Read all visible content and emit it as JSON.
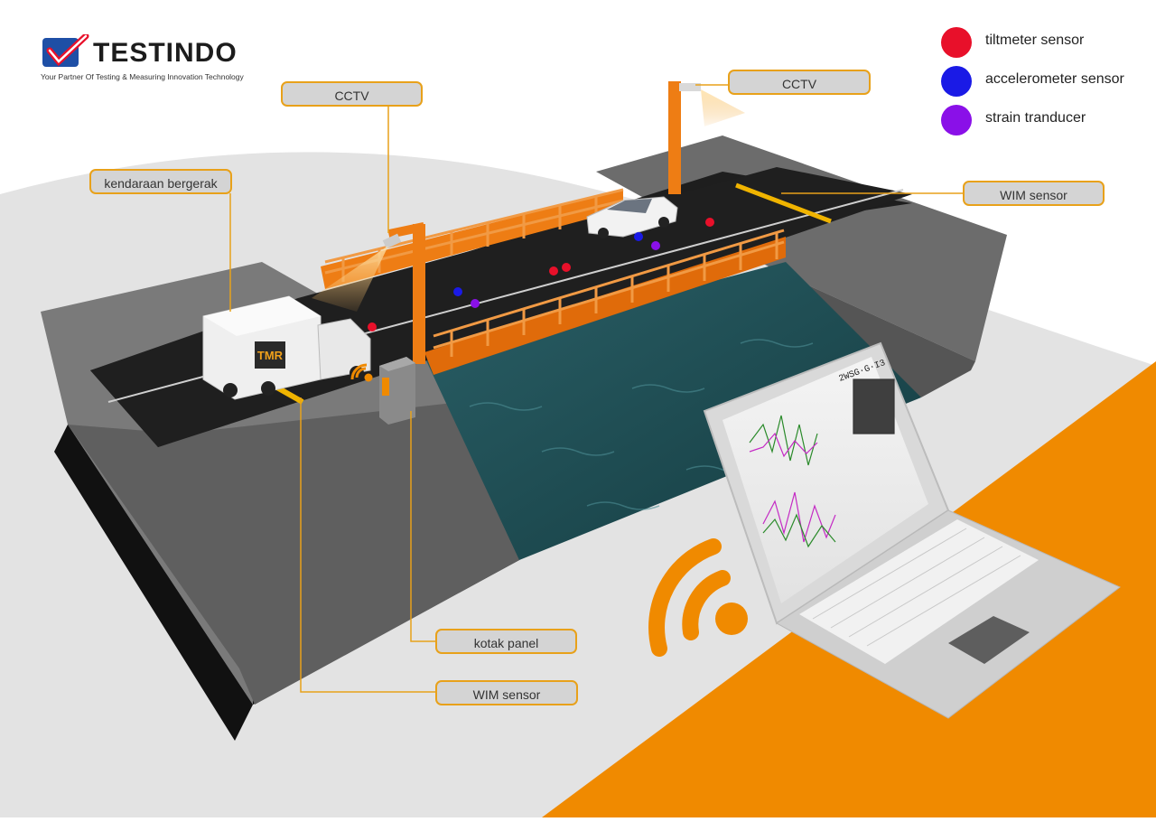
{
  "brand": {
    "name": "TESTINDO",
    "tagline": "Your Partner Of Testing & Measuring Innovation Technology"
  },
  "legend": [
    {
      "label": "tiltmeter sensor",
      "color": "#e8102a"
    },
    {
      "label": "accelerometer sensor",
      "color": "#1a1ae6"
    },
    {
      "label": "strain tranducer",
      "color": "#8a10e8"
    }
  ],
  "callouts": {
    "cctv_left": "CCTV",
    "cctv_right": "CCTV",
    "moving_vehicle": "kendaraan bergerak",
    "wim_top": "WIM sensor",
    "control_panel": "kotak panel",
    "wim_bottom": "WIM sensor"
  },
  "truck_logo": "TMR",
  "laptop_screen_reading": "2WSG·G·I3",
  "colors": {
    "accent": "#e8a11a",
    "orange_bg": "#f08a00",
    "label_bg": "#d4d4d4",
    "bridge": "#ee7d14",
    "concrete": "#6d6d6d",
    "water": "#1f4f55",
    "road": "#1e1e1e"
  }
}
